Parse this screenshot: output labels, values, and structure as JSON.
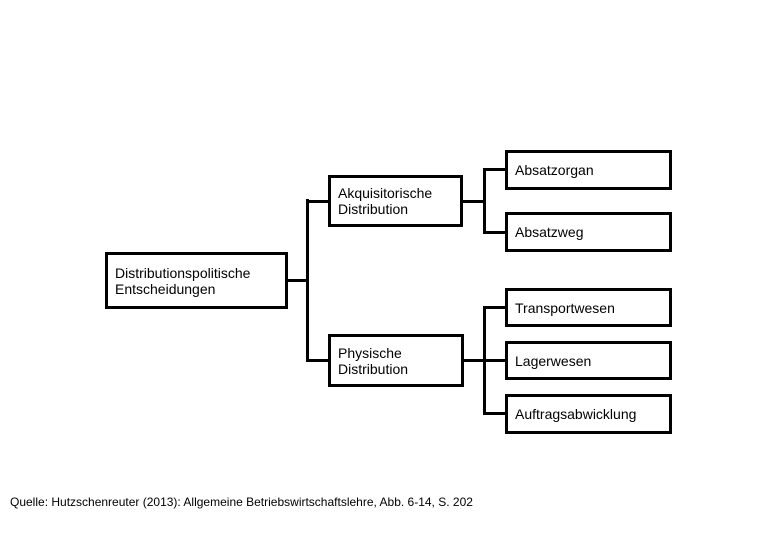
{
  "colors": {
    "background": "#ffffff",
    "line": "#000000",
    "text": "#000000"
  },
  "nodes": {
    "root": {
      "line1": "Distributionspolitische",
      "line2": "Entscheidungen"
    },
    "akquisitorische": {
      "line1": "Akquisitorische",
      "line2": "Distribution"
    },
    "physische": {
      "line1": "Physische",
      "line2": "Distribution"
    },
    "absatzorgan": {
      "label": "Absatzorgan"
    },
    "absatzweg": {
      "label": "Absatzweg"
    },
    "transportwesen": {
      "label": "Transportwesen"
    },
    "lagerwesen": {
      "label": "Lagerwesen"
    },
    "auftragsabwicklung": {
      "label": "Auftragsabwicklung"
    }
  },
  "hierarchy": {
    "Distributionspolitische Entscheidungen": {
      "Akquisitorische Distribution": [
        "Absatzorgan",
        "Absatzweg"
      ],
      "Physische Distribution": [
        "Transportwesen",
        "Lagerwesen",
        "Auftragsabwicklung"
      ]
    }
  },
  "source_note": "Quelle: Hutzschenreuter (2013): Allgemeine Betriebswirtschaftslehre, Abb. 6-14, S. 202"
}
